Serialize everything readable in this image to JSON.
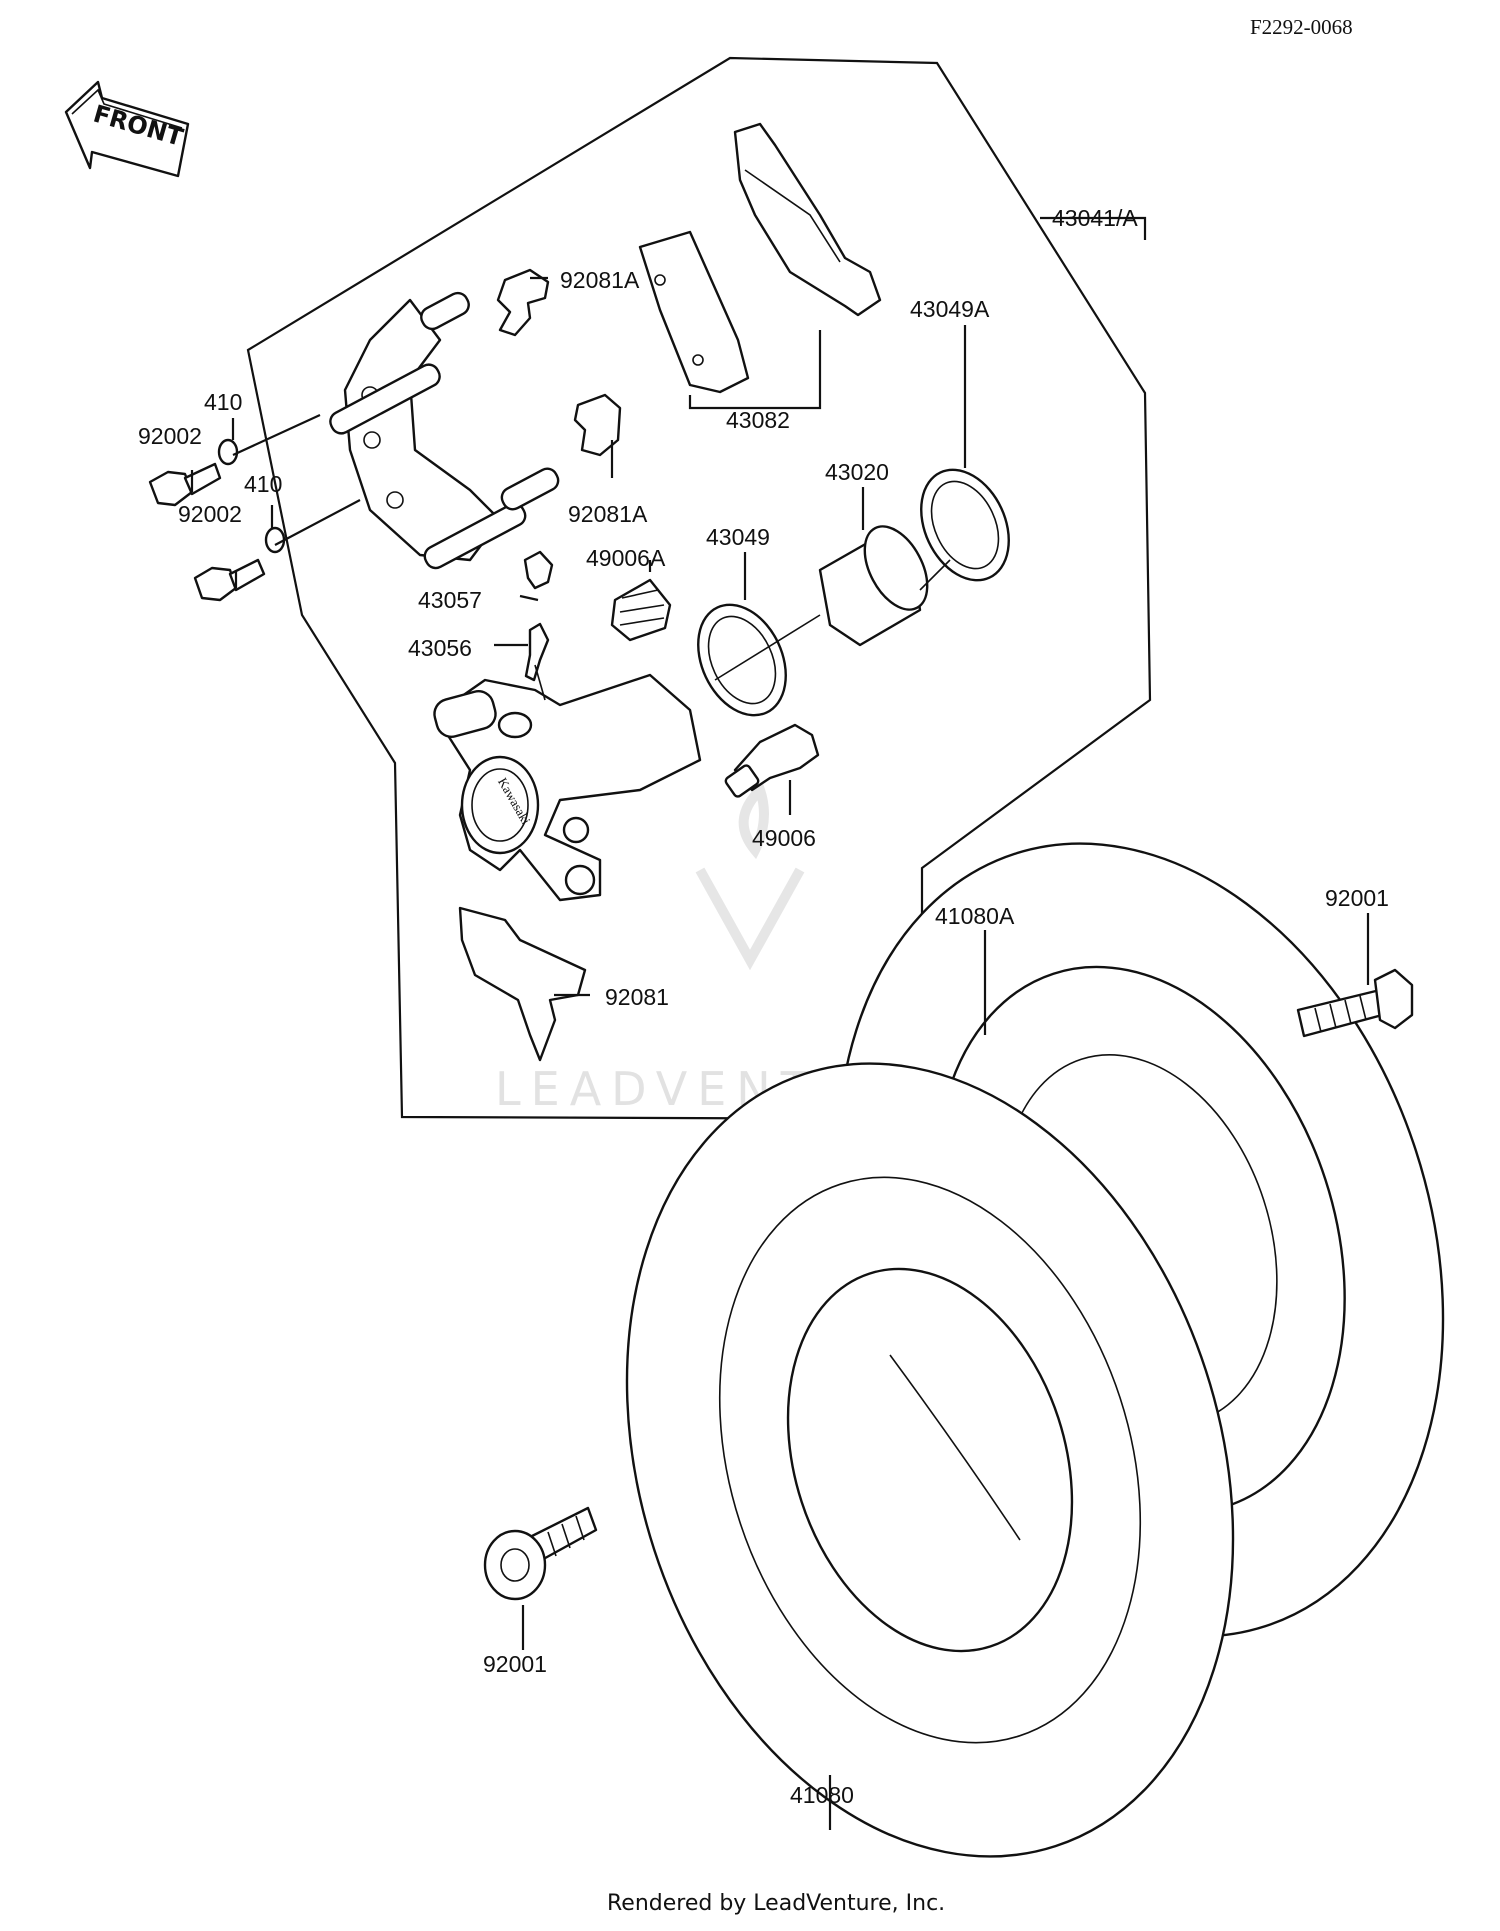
{
  "diagram_code": "F2292-0068",
  "front_arrow_label": "FRONT",
  "caliper_brand": "Kawasaki",
  "footer_text": "Rendered by LeadVenture, Inc.",
  "watermark_text": "LEADVENTURE",
  "part_labels": {
    "assembly": "43041/A",
    "pad_spring_a_top": "92081A",
    "pad_set": "43082",
    "seal_a": "43049A",
    "piston": "43020",
    "collar_left": "410",
    "bolt_left": "92002",
    "collar_left_2": "410",
    "bolt_left_2": "92002",
    "pad_spring_a_mid": "92081A",
    "piston_seal": "43049",
    "boot_a": "49006A",
    "bleeder_cap": "43057",
    "bleeder_valve": "43056",
    "pin_bolt": "49006",
    "pad_spring": "92081",
    "disc_a": "41080A",
    "disc_bolt_right": "92001",
    "disc_bolt_left": "92001",
    "disc": "41080"
  }
}
